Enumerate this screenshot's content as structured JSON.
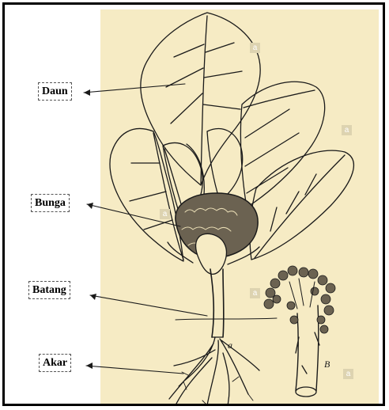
{
  "labels": {
    "daun": "Daun",
    "bunga": "Bunga",
    "batang": "Batang",
    "akar": "Akar"
  },
  "figure_letters": {
    "a": "a",
    "b": "B"
  },
  "watermark": {
    "mark": "a"
  },
  "colors": {
    "paper": "#f6ebc4",
    "ink": "#1a1a1a",
    "label_bg": "#ffffff"
  }
}
